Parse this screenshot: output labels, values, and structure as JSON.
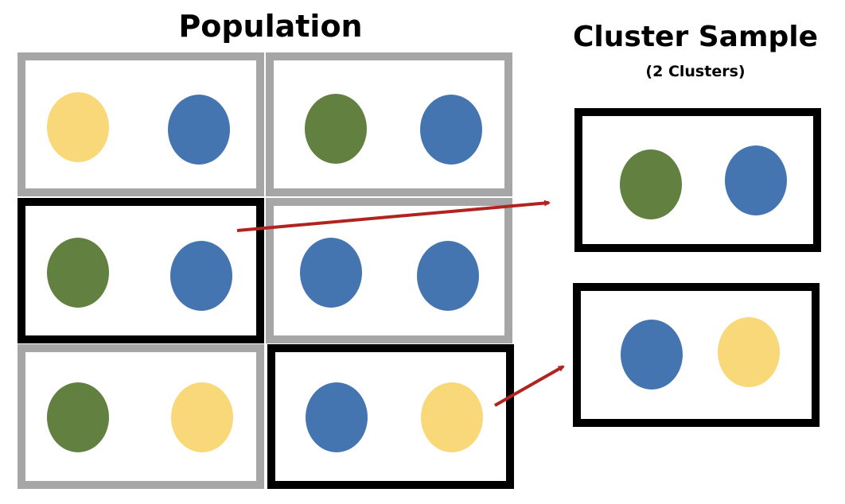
{
  "titles": {
    "population": "Population",
    "sample": "Cluster Sample",
    "sample_subtitle": "(2 Clusters)"
  },
  "colors": {
    "yellow": "#F8D878",
    "blue": "#4575B0",
    "green": "#62803F",
    "unselected_border": "#A6A6A6",
    "selected_border": "#000000",
    "arrow": "#B0231E"
  },
  "population_clusters": [
    {
      "id": "c1",
      "selected": false,
      "dots": [
        "yellow",
        "blue"
      ]
    },
    {
      "id": "c2",
      "selected": false,
      "dots": [
        "green",
        "blue"
      ]
    },
    {
      "id": "c3",
      "selected": true,
      "dots": [
        "green",
        "blue"
      ]
    },
    {
      "id": "c4",
      "selected": false,
      "dots": [
        "blue",
        "blue"
      ]
    },
    {
      "id": "c5",
      "selected": false,
      "dots": [
        "green",
        "yellow"
      ]
    },
    {
      "id": "c6",
      "selected": true,
      "dots": [
        "blue",
        "yellow"
      ]
    }
  ],
  "sample_clusters": [
    {
      "id": "s1",
      "source": "c3",
      "dots": [
        "green",
        "blue"
      ]
    },
    {
      "id": "s2",
      "source": "c6",
      "dots": [
        "blue",
        "yellow"
      ]
    }
  ]
}
